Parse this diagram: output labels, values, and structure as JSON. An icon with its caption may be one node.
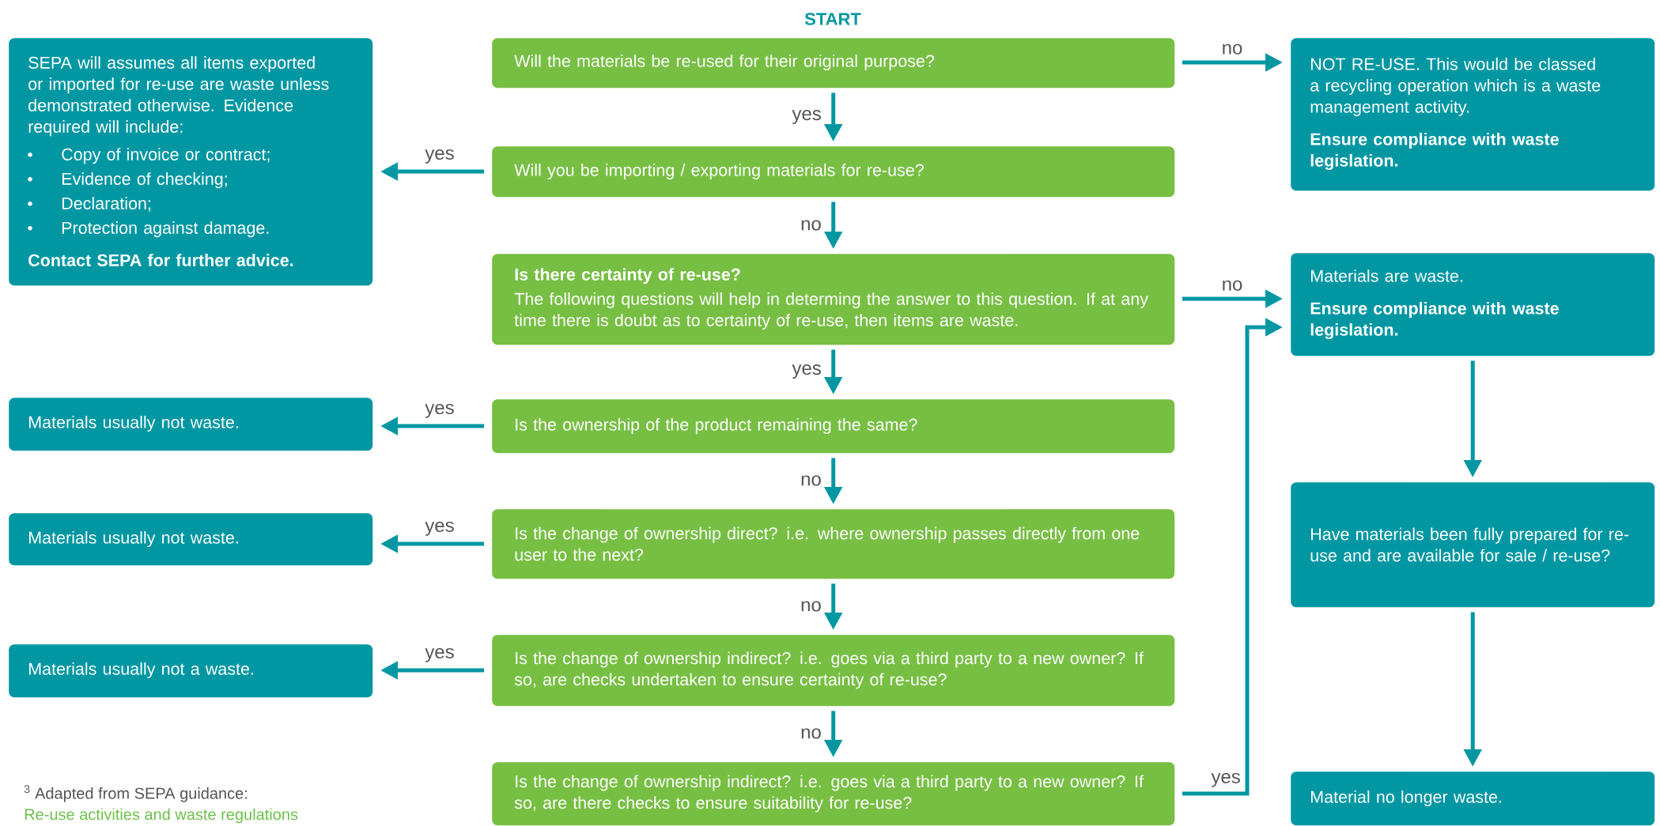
{
  "diagram": {
    "title": "START",
    "nodes": [
      {
        "text": [
          "Will the materials be re-used for their original purpose?"
        ]
      },
      {
        "text": [
          "Will you be importing / exporting materials for re-use?"
        ]
      },
      {
        "text": [
          "Is there certainty of re-use?",
          "The following questions will help in determing the answer to this question. If at any time there is doubt as to certainty of re-use, then items are waste."
        ]
      },
      {
        "text": [
          "Is the ownership of the product remaining the same?"
        ]
      },
      {
        "text": [
          "Is the change of ownership direct? i.e. where ownership passes directly from one user to the next?"
        ]
      },
      {
        "text": [
          "Is the change of ownership indirect? i.e. goes via a third party to a new owner? If so, are checks undertaken to ensure certainty of re-use?"
        ]
      },
      {
        "text": [
          "Is the change of ownership indirect? i.e. goes via a third party to a new owner? If so, are there checks to ensure suitability for re-use?"
        ]
      },
      {
        "text": [
          "SEPA will assumes all items exported or imported for re-use are waste unless demonstrated otherwise. Evidence required will include:",
          "Copy of invoice or contract;",
          "Evidence of checking;",
          "Declaration;",
          "Protection against damage.",
          "Contact SEPA for further advice."
        ]
      },
      {
        "text": [
          "Materials usually not waste."
        ]
      },
      {
        "text": [
          "Materials usually not waste."
        ]
      },
      {
        "text": [
          "Materials usually not a waste."
        ]
      },
      {
        "text": [
          "NOT RE-USE. This would be classed a recycling operation which is a waste management activity.",
          "Ensure compliance with waste legislation."
        ]
      },
      {
        "text": [
          "Materials are waste.",
          "Ensure compliance with waste legislation."
        ]
      },
      {
        "text": [
          "Have materials been fully prepared for re-use and are available for sale / re-use?"
        ]
      },
      {
        "text": [
          "Material no longer waste."
        ]
      }
    ],
    "edges": [
      {
        "from": 0,
        "to": 11,
        "arrow": "to",
        "label": "no"
      },
      {
        "from": 0,
        "to": 1,
        "arrow": "to",
        "label": "yes"
      },
      {
        "from": 1,
        "to": 7,
        "arrow": "to",
        "label": "yes"
      },
      {
        "from": 1,
        "to": 2,
        "arrow": "to",
        "label": "no"
      },
      {
        "from": 2,
        "to": 12,
        "arrow": "to",
        "label": "no"
      },
      {
        "from": 2,
        "to": 3,
        "arrow": "to",
        "label": "yes"
      },
      {
        "from": 3,
        "to": 8,
        "arrow": "to",
        "label": "yes"
      },
      {
        "from": 3,
        "to": 4,
        "arrow": "to",
        "label": "no"
      },
      {
        "from": 4,
        "to": 9,
        "arrow": "to",
        "label": "yes"
      },
      {
        "from": 4,
        "to": 5,
        "arrow": "to",
        "label": "no"
      },
      {
        "from": 5,
        "to": 10,
        "arrow": "to",
        "label": "yes"
      },
      {
        "from": 5,
        "to": 6,
        "arrow": "to",
        "label": "no"
      },
      {
        "from": 6,
        "to": 12,
        "arrow": "to",
        "label": "yes"
      },
      {
        "from": 12,
        "to": 13,
        "arrow": "to"
      },
      {
        "from": 13,
        "to": 14,
        "arrow": "to"
      }
    ],
    "labels": [
      "$^{3}$ Adapted from SEPA guidance:",
      "Re-use activities and waste regulations"
    ]
  }
}
